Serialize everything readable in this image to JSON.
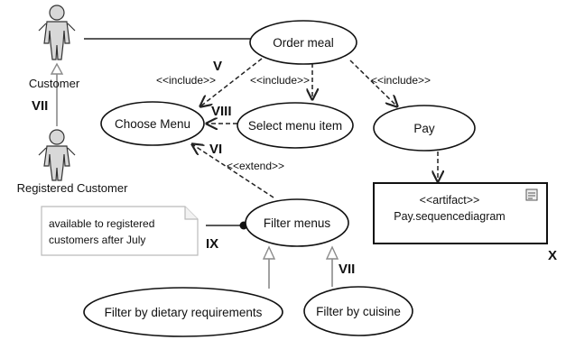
{
  "actors": {
    "customer": "Customer",
    "registered_customer": "Registered Customer"
  },
  "use_cases": {
    "order_meal": "Order meal",
    "choose_menu": "Choose Menu",
    "select_menu_item": "Select menu item",
    "pay": "Pay",
    "filter_menus": "Filter menus",
    "filter_dietary": "Filter by dietary requirements",
    "filter_cuisine": "Filter by cuisine"
  },
  "relations": {
    "include_1": "<<include>>",
    "include_2": "<<include>>",
    "include_3": "<<include>>",
    "extend": "<<extend>>"
  },
  "note": {
    "line1": "available to registered",
    "line2": "customers after July"
  },
  "artifact": {
    "stereotype": "<<artifact>>",
    "name": "Pay.sequencediagram"
  },
  "markers": {
    "v": "V",
    "vi": "VI",
    "vii_actor": "VII",
    "vii_cuisine": "VII",
    "viii": "VIII",
    "ix": "IX",
    "x": "X"
  }
}
